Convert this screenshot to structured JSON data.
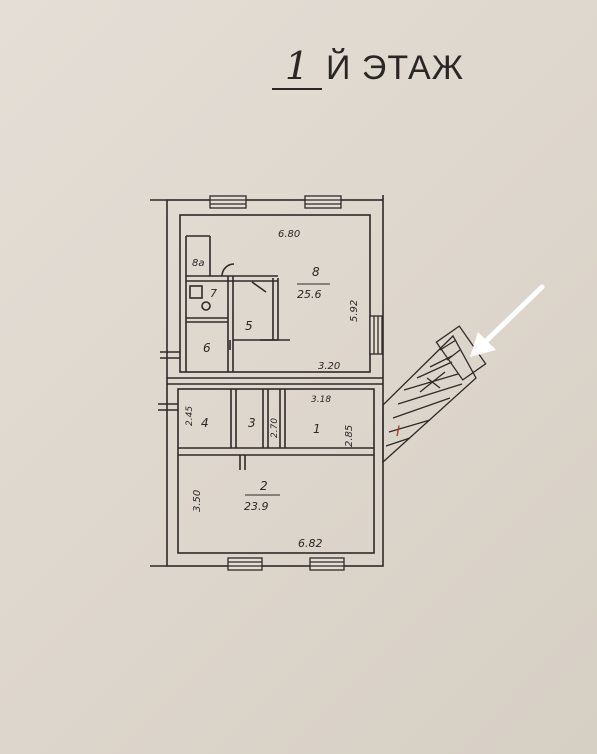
{
  "header": {
    "floor_number": "1",
    "floor_word": "Й ЭТАЖ"
  },
  "rooms": {
    "r1": "1",
    "r2": "2",
    "r2_area": "23.9",
    "r3": "3",
    "r4": "4",
    "r5": "5",
    "r6": "6",
    "r7": "7",
    "r8": "8",
    "r8_area": "25.6",
    "r8a": "8a"
  },
  "dims": {
    "top_width": "6.80",
    "right_height": "5.92",
    "room8_bottom": "3.20",
    "room1_top": "3.18",
    "room1_height": "2.85",
    "room3_height": "2.70",
    "room4_height": "2.45",
    "room2_height": "3.50",
    "bottom_width": "6.82"
  },
  "entrance_label": "I",
  "colors": {
    "ink": "#2b2725",
    "entrance": "#b83a30",
    "arrow": "#ffffff"
  }
}
